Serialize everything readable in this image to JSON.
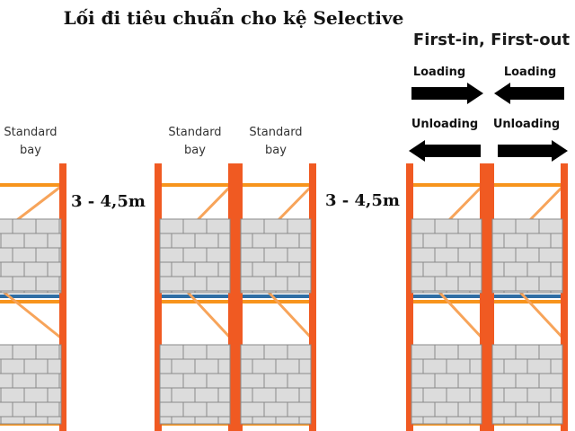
{
  "title": "Lối đi tiêu chuẩn cho kệ Selective",
  "fifo": {
    "title": "First-in, First-out",
    "loading_left": "Loading",
    "loading_right": "Loading",
    "unloading_left": "Unloading",
    "unloading_right": "Unloading"
  },
  "bays": [
    {
      "label_line1": "Standard",
      "label_line2": "bay"
    },
    {
      "label_line1": "Standard",
      "label_line2": "bay"
    },
    {
      "label_line1": "Standard",
      "label_line2": "bay"
    }
  ],
  "aisles": [
    {
      "label": "3 - 4,5m"
    },
    {
      "label": "3 - 4,5m"
    }
  ],
  "colors": {
    "upright": "#f05a22",
    "beam": "#f7941d",
    "brace": "#f7a45a",
    "box_fill": "#dcdcdc",
    "box_stroke": "#8a8a8a",
    "deck": "#2e6da4",
    "arrow": "#000000"
  }
}
